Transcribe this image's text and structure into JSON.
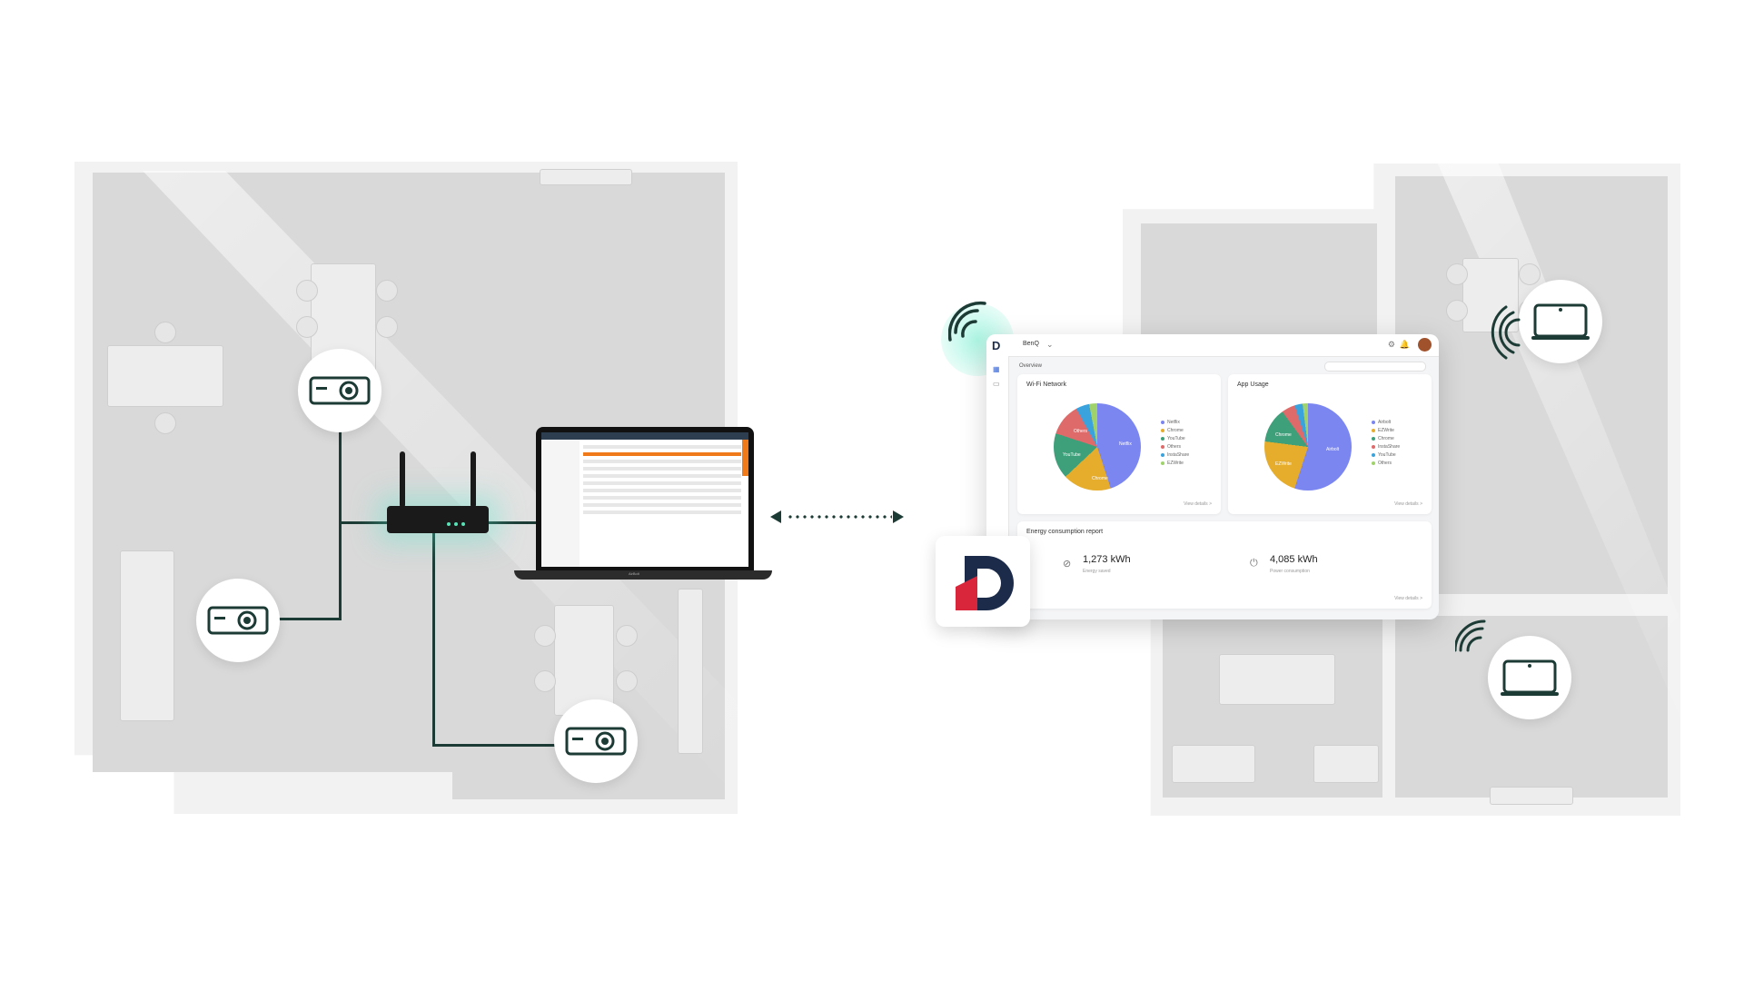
{
  "dashboard": {
    "tenant": "BenQ",
    "breadcrumb": "Overview",
    "wifi_card": {
      "title": "Wi-Fi Network",
      "slices": [
        {
          "label": "Netflix",
          "pct": 45,
          "color": "#7b86f0"
        },
        {
          "label": "Chrome",
          "pct": 18,
          "color": "#e6ad2d"
        },
        {
          "label": "YouTube",
          "pct": 17,
          "color": "#3da07a"
        },
        {
          "label": "Others",
          "pct": 12,
          "color": "#df6a6a"
        },
        {
          "label": "InstaShare",
          "pct": 5,
          "color": "#3aa3dd"
        },
        {
          "label": "EZWrite",
          "pct": 3,
          "color": "#9fd26a"
        }
      ],
      "legend": [
        "Netflix",
        "Chrome",
        "YouTube",
        "Others",
        "InstaShare",
        "EZWrite"
      ],
      "view_more": "View details >"
    },
    "app_card": {
      "title": "App Usage",
      "slices": [
        {
          "label": "Airbolt",
          "pct": 55,
          "color": "#7b86f0"
        },
        {
          "label": "EZWrite",
          "pct": 22,
          "color": "#e6ad2d"
        },
        {
          "label": "Chrome",
          "pct": 13,
          "color": "#3da07a"
        },
        {
          "label": "InstaShare",
          "pct": 5,
          "color": "#df6a6a"
        },
        {
          "label": "YouTube",
          "pct": 3,
          "color": "#3aa3dd"
        },
        {
          "label": "Others",
          "pct": 2,
          "color": "#9fd26a"
        }
      ],
      "legend": [
        "Airbolt",
        "EZWrite",
        "Chrome",
        "InstaShare",
        "YouTube",
        "Others"
      ],
      "view_more": "View details >"
    },
    "energy_card": {
      "title": "Energy consumption report",
      "saved_value": "1,273 kWh",
      "saved_label": "Energy saved",
      "power_value": "4,085 kWh",
      "power_label": "Power consumption",
      "view_more": "View details >"
    }
  },
  "laptop": {
    "screen_brand": "AirBolt"
  },
  "colors": {
    "line": "#1d3b35",
    "accent_orange": "#f07a1a",
    "brand_navy": "#1c2b4a",
    "brand_red": "#d9263a"
  }
}
